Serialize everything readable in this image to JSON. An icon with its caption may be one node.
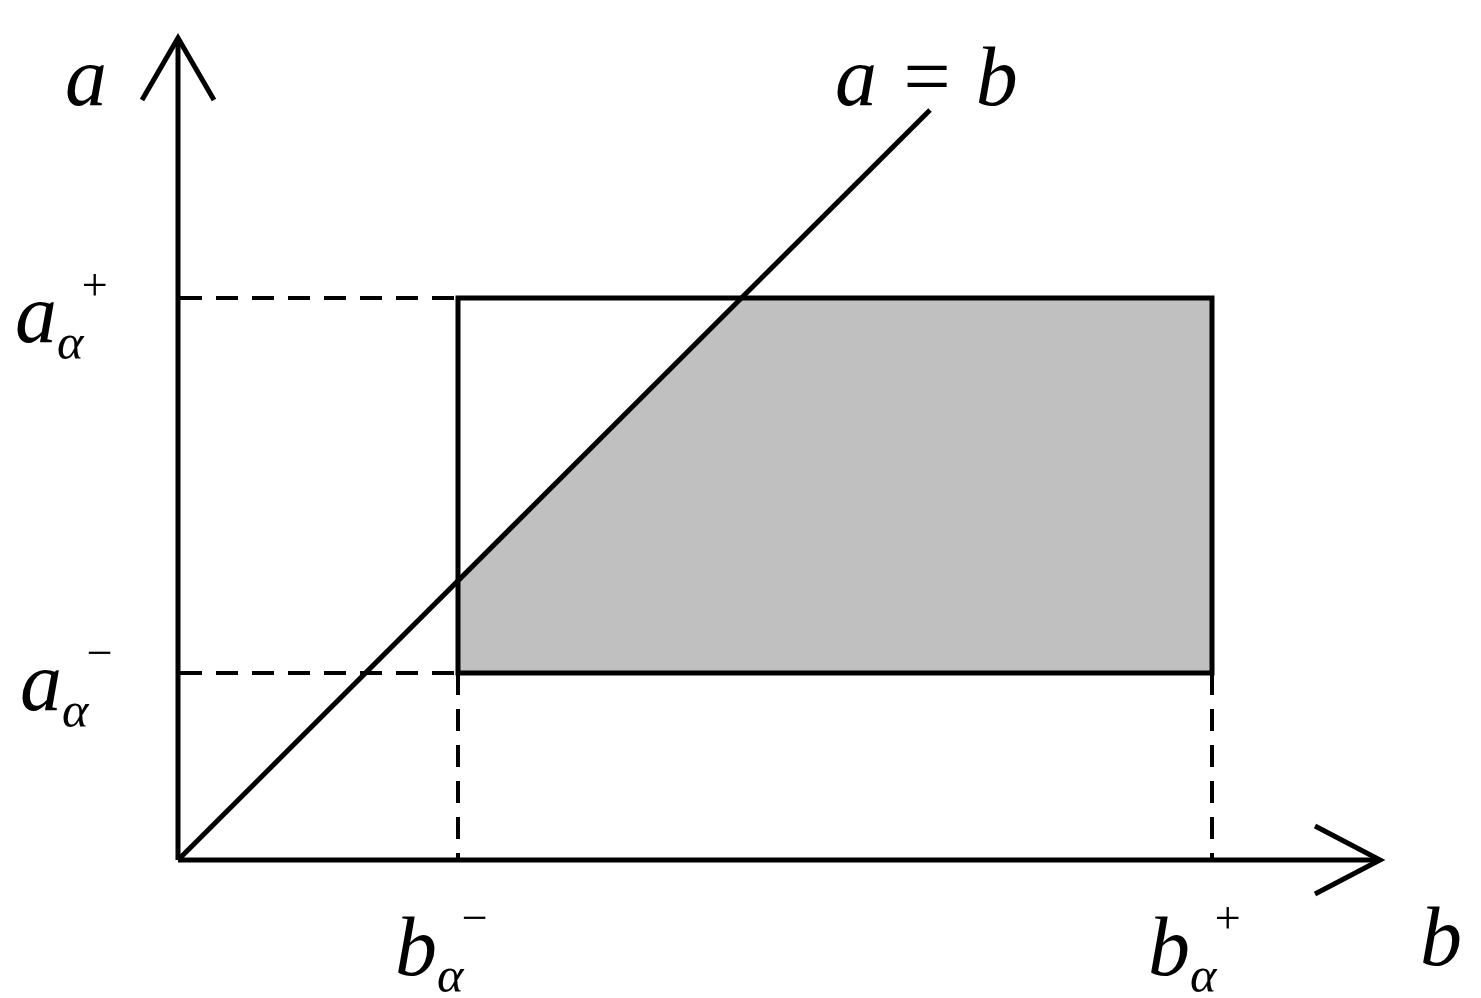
{
  "diagram": {
    "labels": [
      "a",
      "a = b",
      "a$_{α}$$^{+}$",
      "a$_{α}$$^{−}$",
      "b$_{α}$$^{−}$",
      "b$_{α}$$^{+}$",
      "b"
    ]
  }
}
